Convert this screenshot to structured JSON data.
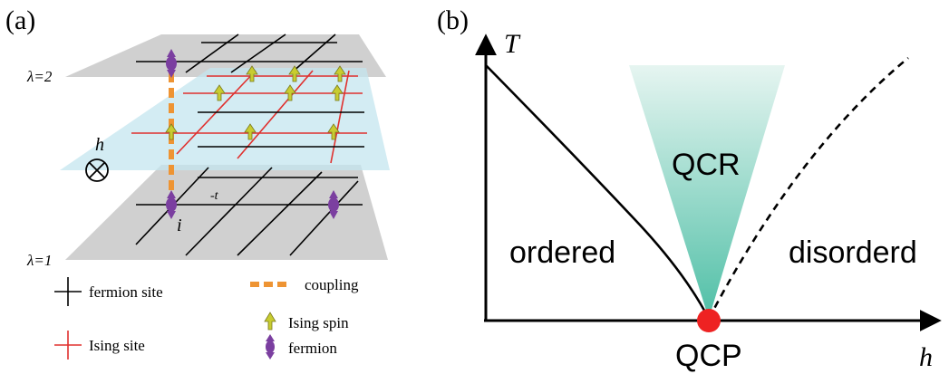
{
  "panel_a": {
    "label": "(a)",
    "lambda2": "λ=2",
    "lambda1": "λ=1",
    "h": "h",
    "hop": "-t",
    "site_i": "i",
    "legend": {
      "fermion_site": "fermion site",
      "ising_site": "Ising site",
      "coupling": "coupling",
      "ising_spin": "Ising spin",
      "fermion": "fermion"
    }
  },
  "panel_b": {
    "label": "(b)",
    "axis_y": "T",
    "axis_x": "h",
    "qcr": "QCR",
    "ordered": "ordered",
    "disordered": "disorderd",
    "qcp": "QCP"
  },
  "colors": {
    "plane_gray": "#c8c8c8",
    "plane_blue": "#c4e6ef",
    "fermion_grid": "#000000",
    "ising_grid": "#e0302e",
    "coupling": "#ee9433",
    "spin_arrow": "#c8cc30",
    "fermion_dot": "#7b3fa0",
    "qcr_top": "#e6f5f1",
    "qcr_bottom": "#4fbfa6",
    "qcp_dot": "#ee2222"
  }
}
